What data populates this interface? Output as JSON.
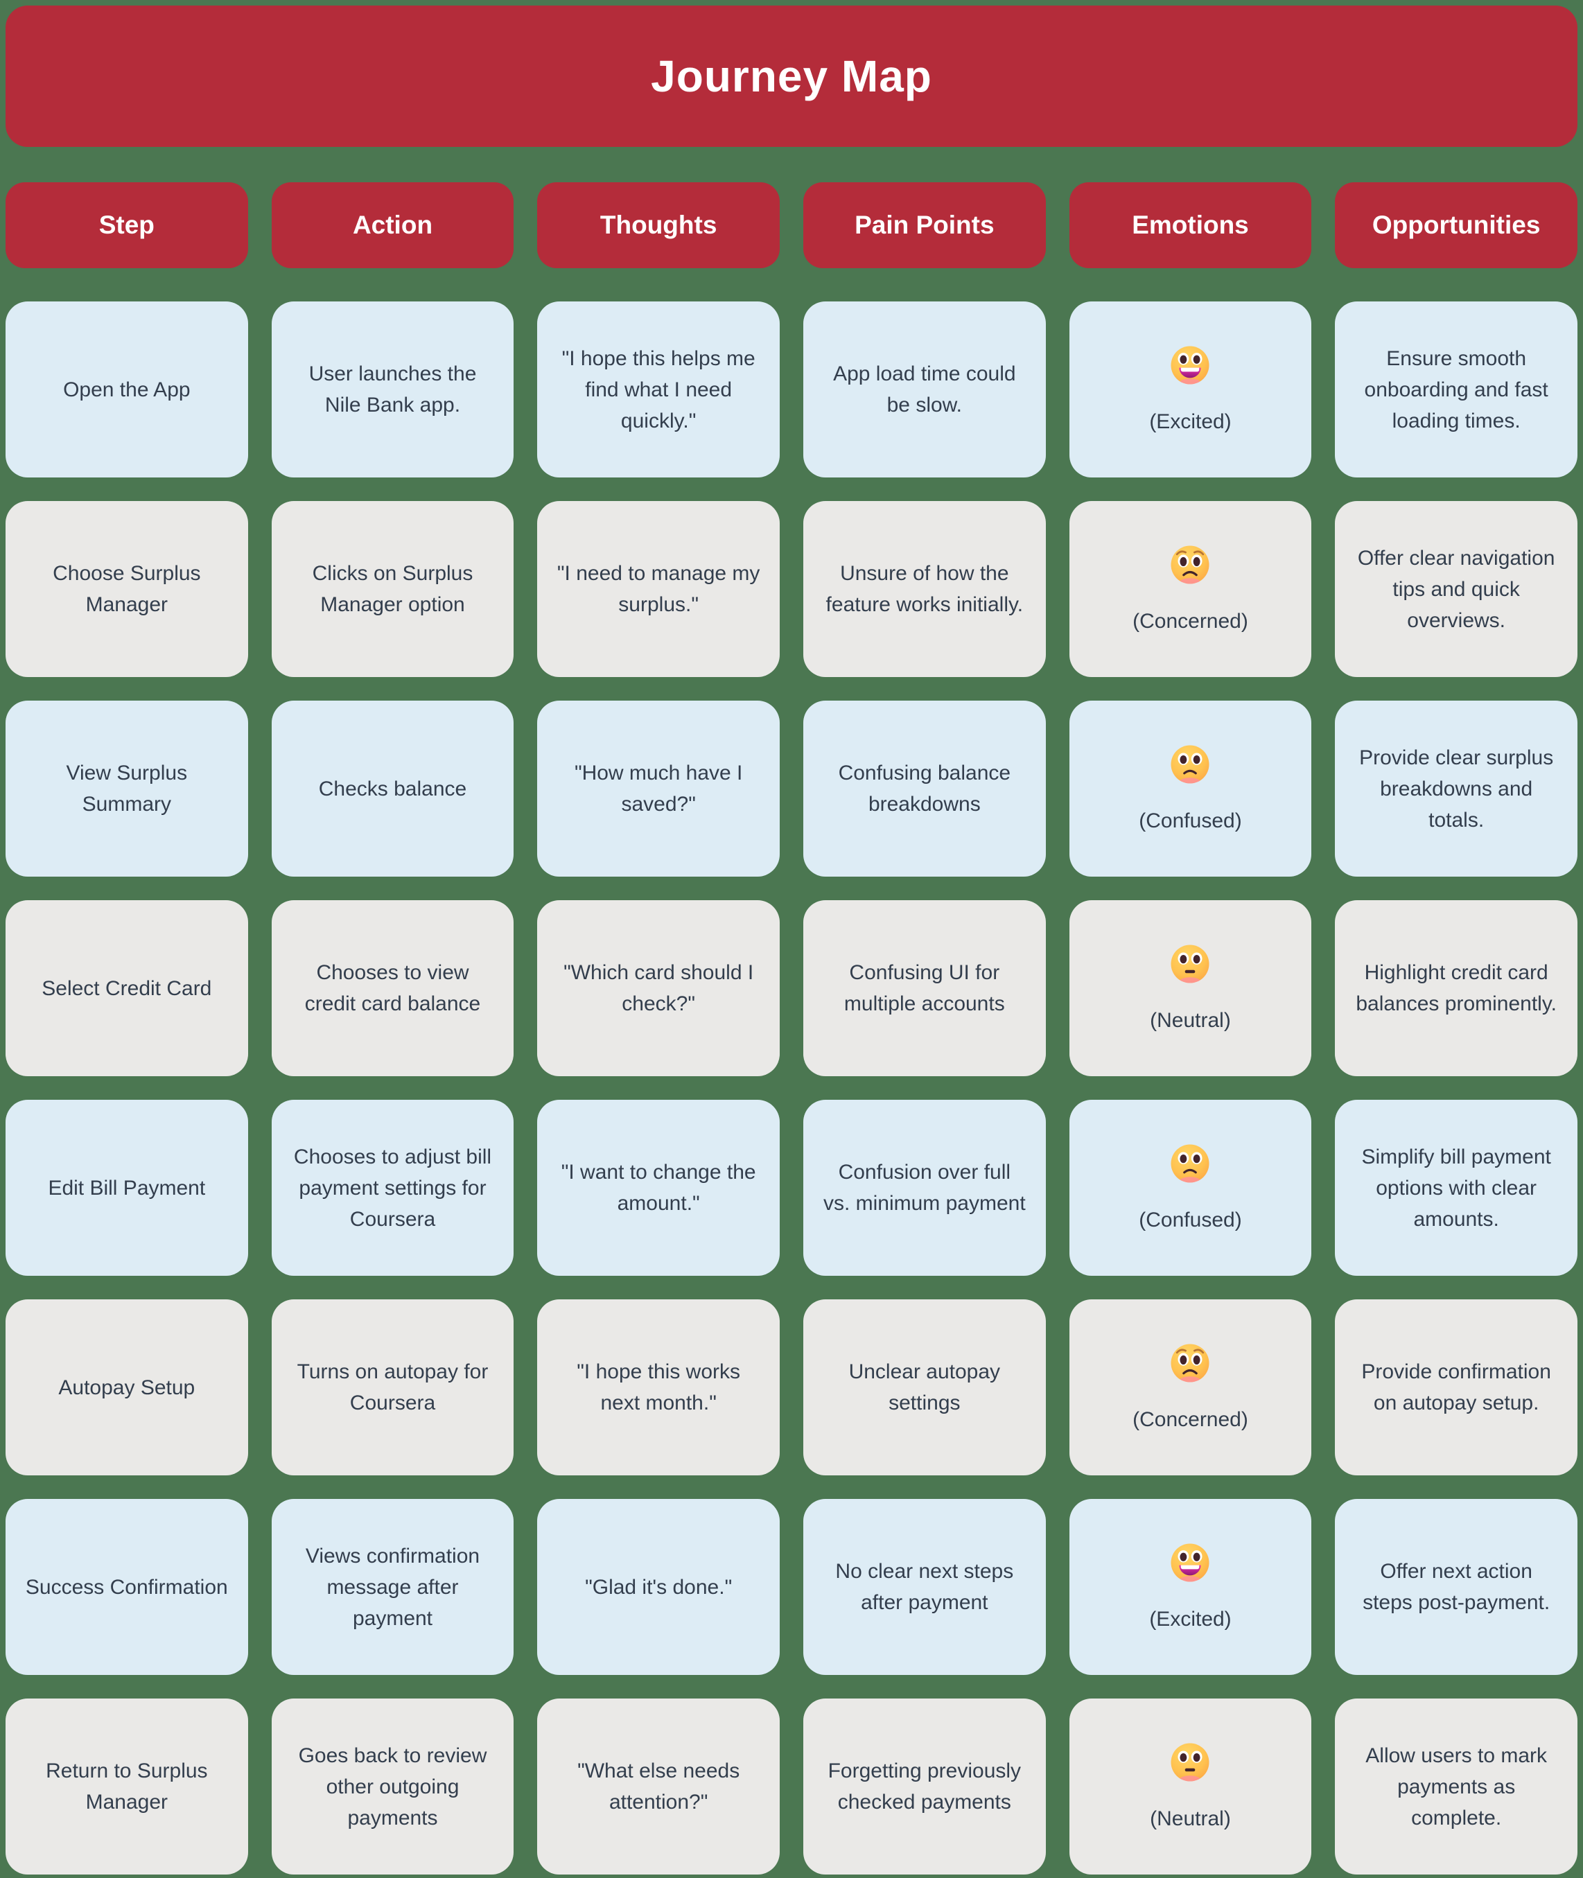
{
  "title": "Journey Map",
  "colors": {
    "header_red": "#b42c3a",
    "bg_green": "#4b7751",
    "cell_blue": "#ddecf5",
    "cell_gray": "#eae9e7",
    "text_dark": "#333e4d",
    "header_text": "#ffffff"
  },
  "columns": [
    "Step",
    "Action",
    "Thoughts",
    "Pain Points",
    "Emotions",
    "Opportunities"
  ],
  "rows": [
    {
      "step": "Open the App",
      "action": "User launches the Nile Bank app.",
      "thoughts": "\"I hope this helps me find what I need quickly.\"",
      "pain_points": "App load time could be slow.",
      "emotion": {
        "icon": "excited-face",
        "label": "(Excited)"
      },
      "opportunities": "Ensure smooth onboarding and fast loading times."
    },
    {
      "step": "Choose Surplus Manager",
      "action": "Clicks on Surplus Manager option",
      "thoughts": "\"I need to manage my surplus.\"",
      "pain_points": "Unsure of how the feature works initially.",
      "emotion": {
        "icon": "concerned-face",
        "label": "(Concerned)"
      },
      "opportunities": "Offer clear navigation tips and quick overviews."
    },
    {
      "step": "View Surplus Summary",
      "action": "Checks balance",
      "thoughts": "\"How much have I saved?\"",
      "pain_points": "Confusing balance breakdowns",
      "emotion": {
        "icon": "confused-face",
        "label": "(Confused)"
      },
      "opportunities": "Provide clear surplus breakdowns and totals."
    },
    {
      "step": "Select Credit Card",
      "action": "Chooses to view credit card balance",
      "thoughts": "\"Which card should I check?\"",
      "pain_points": "Confusing UI for multiple accounts",
      "emotion": {
        "icon": "neutral-face",
        "label": "(Neutral)"
      },
      "opportunities": "Highlight credit card balances prominently."
    },
    {
      "step": "Edit Bill Payment",
      "action": "Chooses to adjust bill payment settings for Coursera",
      "thoughts": "\"I want to change the amount.\"",
      "pain_points": "Confusion over full vs. minimum payment",
      "emotion": {
        "icon": "confused-face",
        "label": "(Confused)"
      },
      "opportunities": "Simplify bill payment options with clear amounts."
    },
    {
      "step": "Autopay Setup",
      "action": "Turns on autopay for Coursera",
      "thoughts": "\"I hope this works next month.\"",
      "pain_points": "Unclear autopay settings",
      "emotion": {
        "icon": "concerned-face",
        "label": "(Concerned)"
      },
      "opportunities": "Provide confirmation on autopay setup."
    },
    {
      "step": "Success Confirmation",
      "action": "Views confirmation message after payment",
      "thoughts": "\"Glad it's done.\"",
      "pain_points": "No clear next steps after payment",
      "emotion": {
        "icon": "excited-face",
        "label": "(Excited)"
      },
      "opportunities": "Offer next action steps post-payment."
    },
    {
      "step": "Return to Surplus Manager",
      "action": "Goes back to review other outgoing payments",
      "thoughts": "\"What else needs attention?\"",
      "pain_points": "Forgetting previously checked payments",
      "emotion": {
        "icon": "neutral-face",
        "label": "(Neutral)"
      },
      "opportunities": "Allow users to mark payments as complete."
    }
  ]
}
